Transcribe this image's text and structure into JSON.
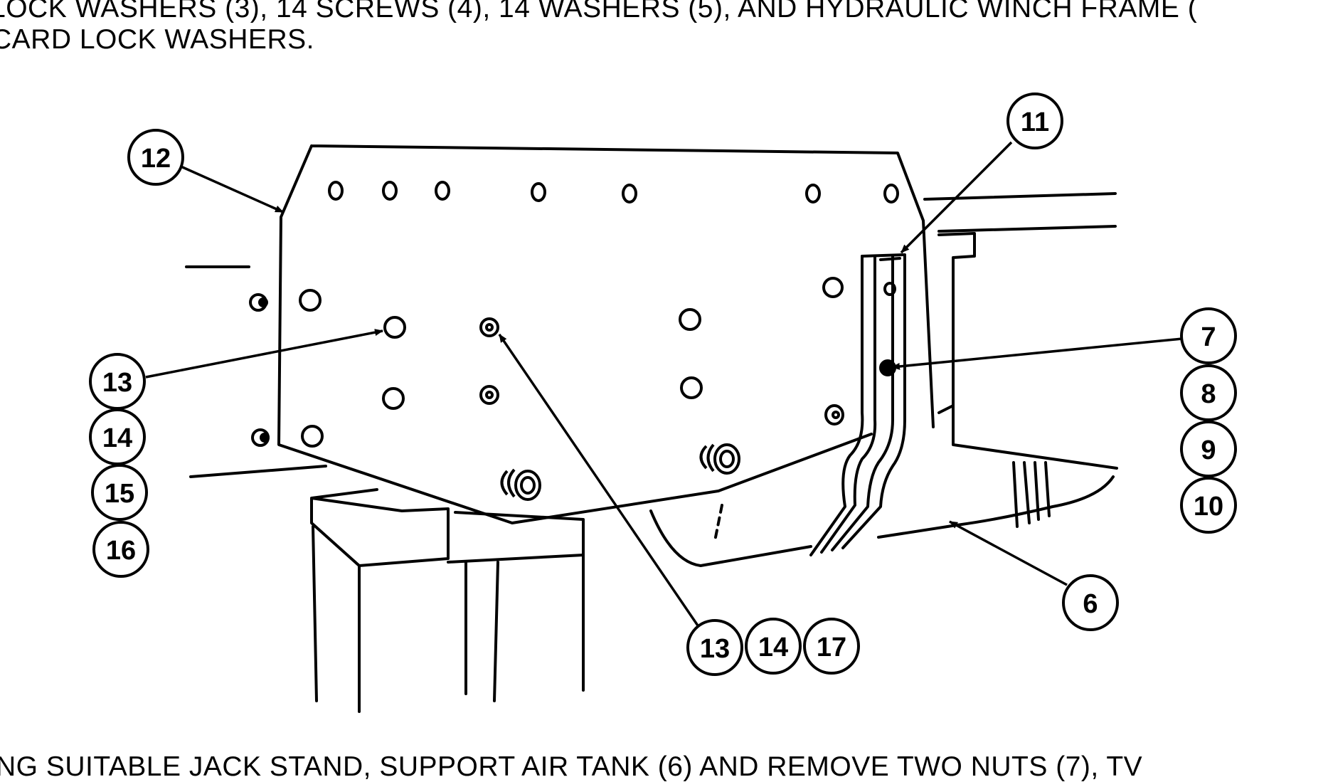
{
  "text": {
    "top_line_1": "LOCK WASHERS (3), 14 SCREWS (4), 14 WASHERS (5), AND HYDRAULIC WINCH FRAME (",
    "top_line_2": "CARD LOCK WASHERS.",
    "bottom_line": "NG SUITABLE JACK STAND, SUPPORT AIR TANK (6) AND REMOVE TWO NUTS (7), TV"
  },
  "callouts": {
    "c12": "12",
    "c11": "11",
    "c13a": "13",
    "c14a": "14",
    "c15": "15",
    "c16": "16",
    "c7": "7",
    "c8": "8",
    "c9": "9",
    "c10": "10",
    "c6": "6",
    "c13b": "13",
    "c14b": "14",
    "c17": "17"
  },
  "colors": {
    "ink": "#000000",
    "paper": "#ffffff"
  }
}
